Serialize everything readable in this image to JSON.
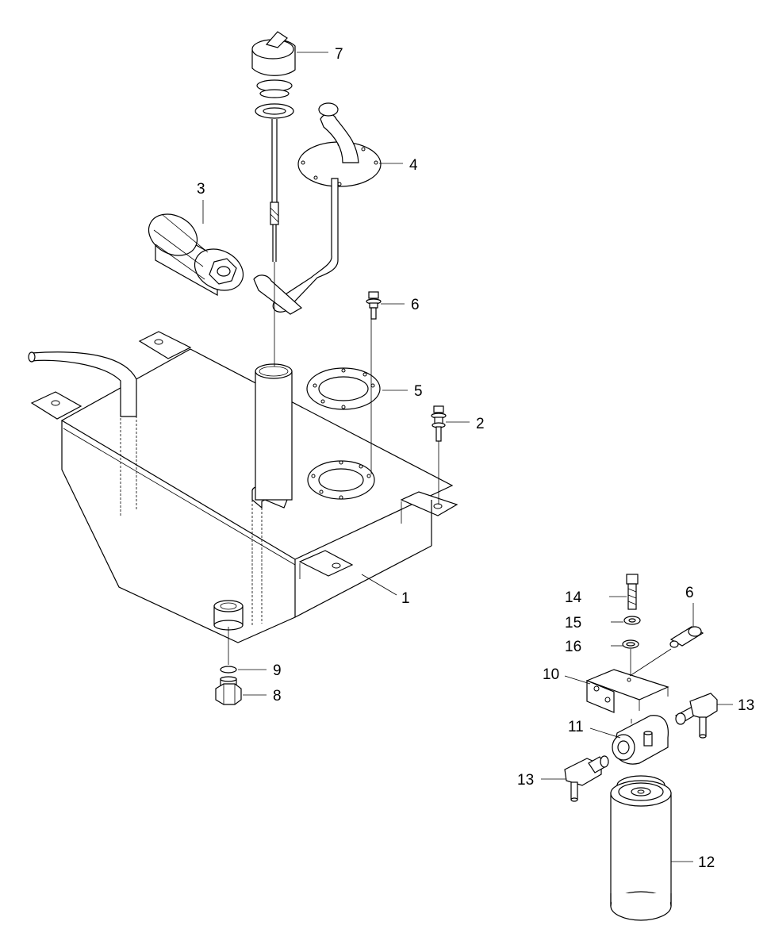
{
  "diagram": {
    "callouts": [
      {
        "id": "c1",
        "label": "1"
      },
      {
        "id": "c2",
        "label": "2"
      },
      {
        "id": "c3",
        "label": "3"
      },
      {
        "id": "c4",
        "label": "4"
      },
      {
        "id": "c5",
        "label": "5"
      },
      {
        "id": "c6a",
        "label": "6"
      },
      {
        "id": "c6b",
        "label": "6"
      },
      {
        "id": "c7",
        "label": "7"
      },
      {
        "id": "c8",
        "label": "8"
      },
      {
        "id": "c9",
        "label": "9"
      },
      {
        "id": "c10",
        "label": "10"
      },
      {
        "id": "c11",
        "label": "11"
      },
      {
        "id": "c12",
        "label": "12"
      },
      {
        "id": "c13a",
        "label": "13"
      },
      {
        "id": "c13b",
        "label": "13"
      },
      {
        "id": "c14",
        "label": "14"
      },
      {
        "id": "c15",
        "label": "15"
      },
      {
        "id": "c16",
        "label": "16"
      }
    ]
  }
}
